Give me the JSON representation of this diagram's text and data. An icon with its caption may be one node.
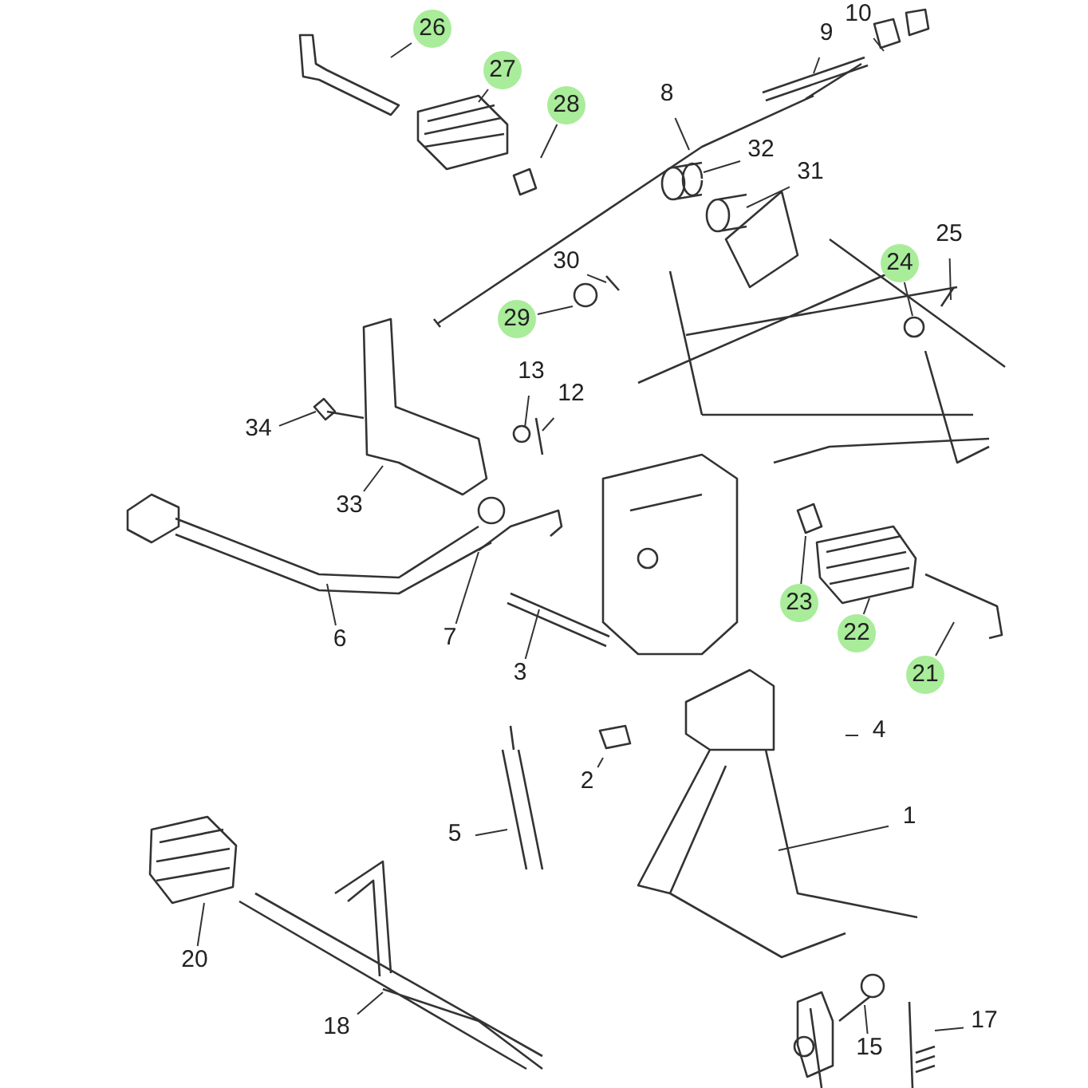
{
  "diagram": {
    "nodes": [
      {
        "text": [
          "10"
        ]
      },
      {
        "text": [
          "26"
        ]
      },
      {
        "text": [
          "27"
        ]
      },
      {
        "text": [
          "28"
        ]
      },
      {
        "text": [
          "9"
        ]
      },
      {
        "text": [
          "8"
        ]
      },
      {
        "text": [
          "32"
        ]
      },
      {
        "text": [
          "31"
        ]
      },
      {
        "text": [
          "30"
        ]
      },
      {
        "text": [
          "29"
        ]
      },
      {
        "text": [
          "24"
        ]
      },
      {
        "text": [
          "25"
        ]
      },
      {
        "text": [
          "13"
        ]
      },
      {
        "text": [
          "12"
        ]
      },
      {
        "text": [
          "34"
        ]
      },
      {
        "text": [
          "33"
        ]
      },
      {
        "text": [
          "6"
        ]
      },
      {
        "text": [
          "7"
        ]
      },
      {
        "text": [
          "3"
        ]
      },
      {
        "text": [
          "23"
        ]
      },
      {
        "text": [
          "22"
        ]
      },
      {
        "text": [
          "21"
        ]
      },
      {
        "text": [
          "4"
        ]
      },
      {
        "text": [
          "2"
        ]
      },
      {
        "text": [
          "5"
        ]
      },
      {
        "text": [
          "1"
        ]
      },
      {
        "text": [
          "20"
        ]
      },
      {
        "text": [
          "18"
        ]
      },
      {
        "text": [
          "15"
        ]
      },
      {
        "text": [
          "17"
        ]
      }
    ],
    "edges": [
      {
        "from": 0,
        "to": null,
        "arrow": "none"
      },
      {
        "from": 1,
        "to": null,
        "arrow": "none"
      },
      {
        "from": 2,
        "to": null,
        "arrow": "none"
      },
      {
        "from": 3,
        "to": null,
        "arrow": "none"
      },
      {
        "from": 4,
        "to": null,
        "arrow": "none"
      },
      {
        "from": 5,
        "to": null,
        "arrow": "none"
      },
      {
        "from": 6,
        "to": null,
        "arrow": "none"
      },
      {
        "from": 7,
        "to": null,
        "arrow": "none"
      },
      {
        "from": 8,
        "to": null,
        "arrow": "none"
      },
      {
        "from": 9,
        "to": null,
        "arrow": "none"
      },
      {
        "from": 10,
        "to": null,
        "arrow": "none"
      },
      {
        "from": 11,
        "to": null,
        "arrow": "none"
      },
      {
        "from": 12,
        "to": null,
        "arrow": "none"
      },
      {
        "from": 13,
        "to": null,
        "arrow": "none"
      },
      {
        "from": 14,
        "to": null,
        "arrow": "none"
      },
      {
        "from": 15,
        "to": null,
        "arrow": "none"
      },
      {
        "from": 16,
        "to": null,
        "arrow": "none"
      },
      {
        "from": 17,
        "to": null,
        "arrow": "none"
      },
      {
        "from": 18,
        "to": null,
        "arrow": "none"
      },
      {
        "from": 19,
        "to": null,
        "arrow": "none"
      },
      {
        "from": 20,
        "to": null,
        "arrow": "none"
      },
      {
        "from": 21,
        "to": null,
        "arrow": "none"
      },
      {
        "from": 22,
        "to": null,
        "arrow": "none"
      },
      {
        "from": 23,
        "to": null,
        "arrow": "none"
      },
      {
        "from": 24,
        "to": null,
        "arrow": "none"
      },
      {
        "from": 25,
        "to": null,
        "arrow": "none"
      },
      {
        "from": 26,
        "to": null,
        "arrow": "none"
      },
      {
        "from": 27,
        "to": null,
        "arrow": "none"
      },
      {
        "from": 28,
        "to": null,
        "arrow": "none"
      },
      {
        "from": 29,
        "to": null,
        "arrow": "none"
      }
    ]
  }
}
